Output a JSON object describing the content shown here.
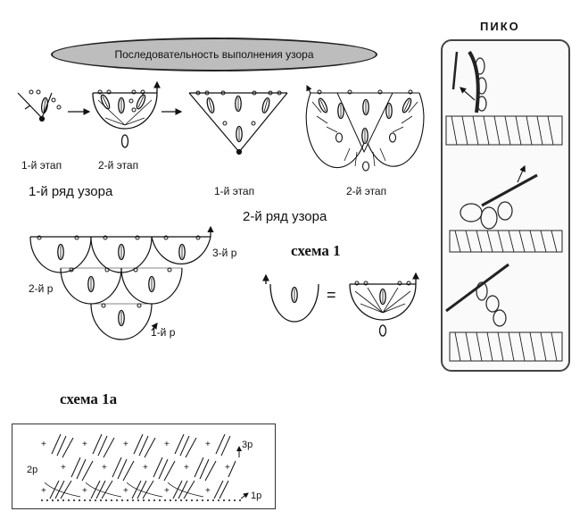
{
  "banner": {
    "title": "Последовательность выполнения узора"
  },
  "pico": {
    "title": "ПИКО"
  },
  "row1": {
    "stage1": "1-й этап",
    "stage2": "2-й этап",
    "caption": "1-й ряд узора"
  },
  "row2": {
    "stage1": "1-й этап",
    "stage2": "2-й этап",
    "caption": "2-й ряд узора"
  },
  "scheme1": {
    "title": "схема 1",
    "equals": "="
  },
  "scheme_rows": {
    "r3": "3-й р",
    "r2": "2-й р",
    "r1": "1-й р"
  },
  "scheme1a": {
    "title": "схема 1а",
    "r3": "3р",
    "r2": "2р",
    "r1": "1р"
  },
  "colors": {
    "ink": "#111111",
    "banner_fill": "#bdbdbd",
    "frame": "#444444"
  },
  "icons": [
    "crochet-chain-symbol",
    "double-crochet-symbol",
    "picot-symbol",
    "arrow-symbol",
    "hook-illustration"
  ]
}
